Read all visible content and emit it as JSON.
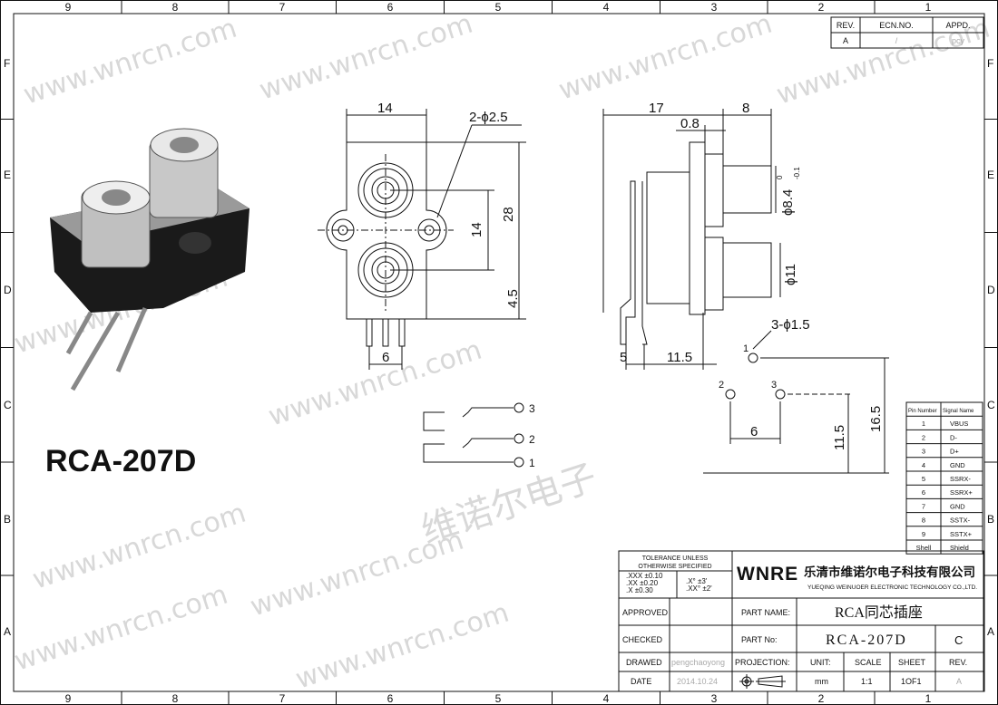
{
  "border": {
    "columns": [
      "9",
      "8",
      "7",
      "6",
      "5",
      "4",
      "3",
      "2",
      "1"
    ],
    "rows": [
      "F",
      "E",
      "D",
      "C",
      "B",
      "A"
    ]
  },
  "watermark": {
    "text": "www.wnrcn.com",
    "cn": "维诺尔电子"
  },
  "model_label": "RCA-207D",
  "front_view": {
    "width": "14",
    "hole": "2-ϕ2.5",
    "height": "28",
    "pitch": "14",
    "offset": "4.5",
    "pin_pitch": "6"
  },
  "side_view": {
    "depth": "17",
    "nose": "8",
    "flange": "0.8",
    "dia_small": "ϕ8.4",
    "tol_up": "0",
    "tol_dn": "-0.1",
    "dia_large": "ϕ11",
    "pin_off": "5",
    "len": "11.5"
  },
  "pin_view": {
    "holes": "3-ϕ1.5",
    "p1": "1",
    "p2": "2",
    "p3": "3",
    "spacing": "6",
    "h1": "11.5",
    "h2": "16.5"
  },
  "schematic": {
    "pins": [
      "3",
      "2",
      "1"
    ]
  },
  "revision": {
    "headers": [
      "REV.",
      "ECN.NO.",
      "APPD."
    ],
    "row": [
      "A",
      "/",
      "pcy"
    ]
  },
  "pin_table": {
    "headers": [
      "Pin Number",
      "Signal Name"
    ],
    "rows": [
      [
        "1",
        "VBUS"
      ],
      [
        "2",
        "D-"
      ],
      [
        "3",
        "D+"
      ],
      [
        "4",
        "GND"
      ],
      [
        "5",
        "SSRX-"
      ],
      [
        "6",
        "SSRX+"
      ],
      [
        "7",
        "GND"
      ],
      [
        "8",
        "SSTX-"
      ],
      [
        "9",
        "SSTX+"
      ],
      [
        "Shell",
        "Shield"
      ]
    ]
  },
  "title_block": {
    "tolerance_title": "TOLERANCE UNLESS",
    "tolerance_title2": "OTHERWISE SPECIFIED",
    "tol": [
      ".XXX  ±0.10",
      ".XX    ±0.20",
      ".X      ±0.30"
    ],
    "ang": [
      ".X°    ±3'",
      ".XX°  ±2'"
    ],
    "logo": "WNRE",
    "company_cn": "乐清市维诺尔电子科技有限公司",
    "company_en": "YUEQING WEINUOER ELECTRONIC TECHNOLOGY CO.,LTD.",
    "approved": "APPROVED",
    "checked": "CHECKED",
    "drawed": "DRAWED",
    "drawer": "pengchaoyong",
    "date_label": "DATE",
    "date": "2014.10.24",
    "part_name_label": "PART NAME:",
    "part_name": "RCA同芯插座",
    "part_no_label": "PART No:",
    "part_no": "RCA-207D",
    "part_rev": "C",
    "projection": "PROJECTION:",
    "unit_label": "UNIT:",
    "unit": "mm",
    "scale_label": "SCALE",
    "scale": "1:1",
    "sheet_label": "SHEET",
    "sheet": "1OF1",
    "rev_label": "REV.",
    "rev": "A"
  }
}
